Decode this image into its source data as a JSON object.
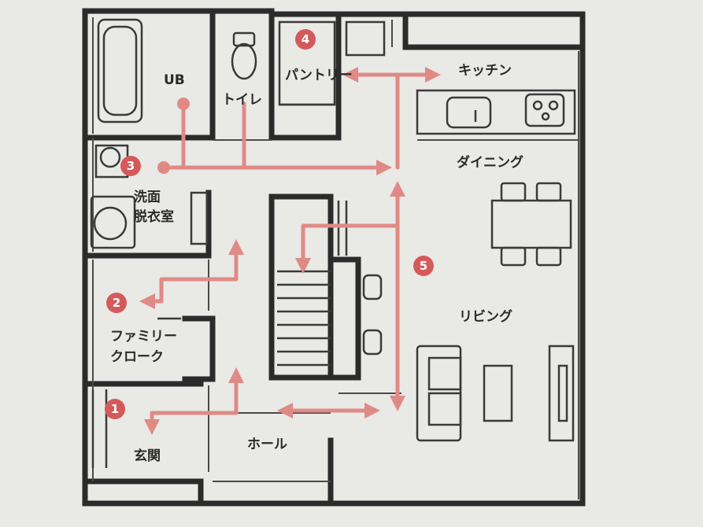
{
  "rooms": {
    "ub": "UB",
    "toilet": "トイレ",
    "pantry": "パントリー",
    "kitchen": "キッチン",
    "dining": "ダイニング",
    "washroom_line1": "洗面",
    "washroom_line2": "脱衣室",
    "living": "リビング",
    "family_closet_line1": "ファミリー",
    "family_closet_line2": "クローク",
    "entrance": "玄関",
    "hall": "ホール"
  },
  "markers": [
    "1",
    "2",
    "3",
    "4",
    "5"
  ],
  "colors": {
    "background": "#e9e9e6",
    "wall": "#2b2b2b",
    "route": "#e08a86",
    "marker": "#d45a5a"
  }
}
